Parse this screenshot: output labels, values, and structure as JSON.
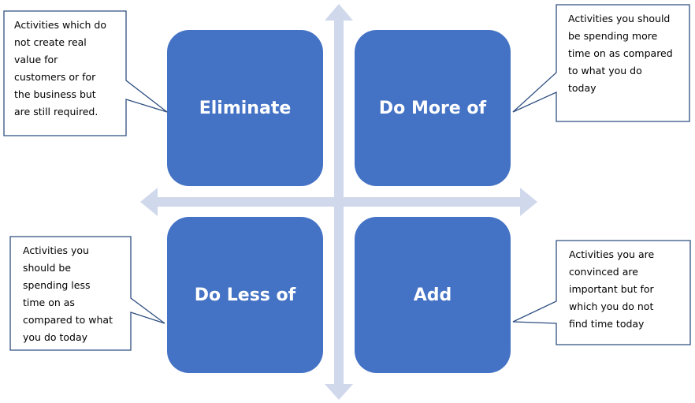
{
  "colors": {
    "quadrant_fill": "#4472c4",
    "axis_arrow": "#d0d8ec",
    "callout_border": "#2f4f80",
    "callout_fill": "#ffffff"
  },
  "quadrants": {
    "eliminate": "Eliminate",
    "do_more_of": "Do More of",
    "do_less_of": "Do Less of",
    "add": "Add"
  },
  "callouts": {
    "top_left": [
      "Activities which do",
      "not create real",
      "value for",
      "customers or for",
      "the business but",
      "are still required."
    ],
    "top_right": [
      "Activities you should",
      "be spending more",
      "time on as compared",
      "to what you do",
      "today"
    ],
    "bottom_left": [
      "Activities you",
      "should be",
      "spending less",
      "time on as",
      "compared to what",
      "you do today"
    ],
    "bottom_right": [
      "Activities you are",
      "convinced are",
      "important but for",
      "which you do not",
      "find time today"
    ]
  }
}
